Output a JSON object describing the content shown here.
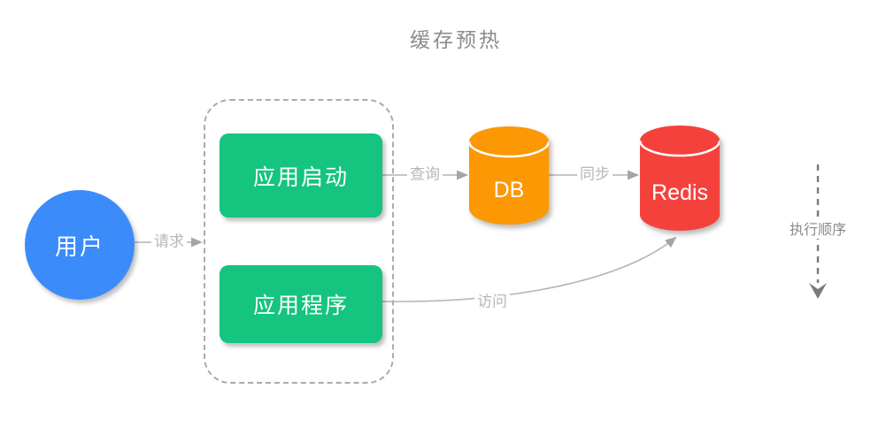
{
  "title": "缓存预热",
  "nodes": {
    "user": {
      "label": "用户",
      "color": "#3b8cfa",
      "shape": "circle"
    },
    "app_start": {
      "label": "应用启动",
      "color": "#15c47e",
      "shape": "rounded-rect"
    },
    "app_program": {
      "label": "应用程序",
      "color": "#15c47e",
      "shape": "rounded-rect"
    },
    "db": {
      "label": "DB",
      "color": "#fb9803",
      "shape": "cylinder"
    },
    "redis": {
      "label": "Redis",
      "color": "#f5413c",
      "shape": "cylinder"
    }
  },
  "edges": {
    "request": {
      "label": "请求",
      "from": "user",
      "to": "app-group"
    },
    "query": {
      "label": "查询",
      "from": "app_start",
      "to": "db"
    },
    "sync": {
      "label": "同步",
      "from": "db",
      "to": "redis"
    },
    "access": {
      "label": "访问",
      "from": "app_program",
      "to": "redis"
    }
  },
  "annotation": {
    "execution_order": "执行顺序"
  },
  "colors": {
    "title_text": "#8c8c8c",
    "edge_line": "#b3b3b3",
    "edge_arrowhead": "#a5a5a5",
    "edge_label_text": "#b7b7b7",
    "group_border": "#ababab",
    "execution_arrow": "#7a7a7a",
    "node_text": "#ffffff",
    "background": "#ffffff"
  }
}
